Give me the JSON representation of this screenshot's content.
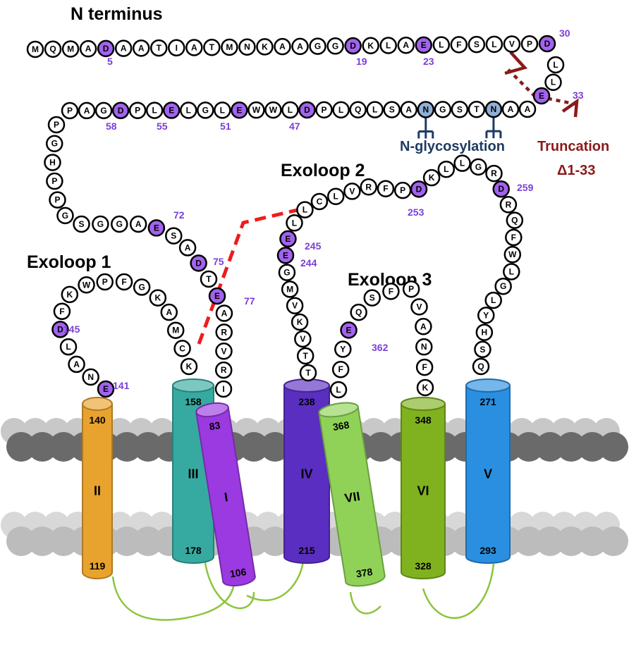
{
  "colors": {
    "acidic": "#a263ee",
    "glyco": "#8fb0d8",
    "glyco_text": "#1f3b63",
    "purple_text": "#7a3fd6",
    "truncation": "#8b1a1a",
    "dashed": "#ee1c1c",
    "loop": "#8cc43c",
    "helices": {
      "II": "#e8a22e",
      "III": "#36aaa0",
      "I": "#9a3ae0",
      "IV": "#5a2ec0",
      "VII": "#8fd257",
      "VI": "#7fb21e",
      "V": "#2a8fe0"
    }
  },
  "labels": {
    "n_terminus": "N terminus",
    "exoloop1": "Exoloop 1",
    "exoloop2": "Exoloop 2",
    "exoloop3": "Exoloop 3",
    "n_glycosylation": "N-glycosylation",
    "truncation": "Truncation",
    "truncation_range": "Δ1-33"
  },
  "chains": {
    "n_terminal_top": [
      "M",
      "Q",
      "M",
      "A",
      "D",
      "A",
      "A",
      "T",
      "I",
      "A",
      "T",
      "M",
      "N",
      "K",
      "A",
      "A",
      "G",
      "G",
      "D",
      "K",
      "L",
      "A",
      "E",
      "L",
      "F",
      "S",
      "L",
      "V",
      "P",
      "D"
    ],
    "n_terminal_turn": [
      "L",
      "L",
      "E"
    ],
    "n_terminal_row2": [
      "A",
      "A",
      "N",
      "T",
      "S",
      "G",
      "N",
      "A",
      "S",
      "L",
      "Q",
      "L",
      "P",
      "D",
      "L",
      "W",
      "W",
      "E",
      "L",
      "G",
      "L",
      "E",
      "L",
      "P",
      "D",
      "G",
      "A",
      "P"
    ],
    "n_terminal_down": [
      "P",
      "G",
      "H",
      "P",
      "P",
      "G",
      "S",
      "G",
      "G",
      "A",
      "E",
      "S",
      "A",
      "D",
      "T",
      "E",
      "A",
      "R",
      "V",
      "R",
      "I"
    ],
    "exoloop1": [
      "E",
      "N",
      "A",
      "L",
      "D",
      "F",
      "K",
      "W",
      "P",
      "F",
      "G",
      "K",
      "A",
      "M",
      "C",
      "K"
    ],
    "exoloop2": [
      "T",
      "T",
      "V",
      "K",
      "V",
      "M",
      "G",
      "E",
      "E",
      "L",
      "L",
      "C",
      "L",
      "V",
      "R",
      "F",
      "P",
      "D",
      "K",
      "L",
      "L",
      "G",
      "R",
      "D",
      "R",
      "Q",
      "F",
      "W",
      "L",
      "G",
      "L",
      "Y",
      "H",
      "S",
      "Q"
    ],
    "exoloop3": [
      "L",
      "F",
      "Y",
      "E",
      "Q",
      "S",
      "F",
      "P",
      "V",
      "A",
      "N",
      "F",
      "K"
    ]
  },
  "residue_numbers": [
    "5",
    "19",
    "23",
    "30",
    "33",
    "58",
    "55",
    "51",
    "47",
    "72",
    "75",
    "77",
    "145",
    "141",
    "245",
    "244",
    "253",
    "259",
    "362"
  ],
  "helices": [
    {
      "id": "II",
      "top": "140",
      "bottom": "119"
    },
    {
      "id": "III",
      "top": "158",
      "bottom": "178"
    },
    {
      "id": "I",
      "top": "83",
      "bottom": "106"
    },
    {
      "id": "IV",
      "top": "238",
      "bottom": "215"
    },
    {
      "id": "VII",
      "top": "368",
      "bottom": "378"
    },
    {
      "id": "VI",
      "top": "348",
      "bottom": "328"
    },
    {
      "id": "V",
      "top": "271",
      "bottom": "293"
    }
  ]
}
